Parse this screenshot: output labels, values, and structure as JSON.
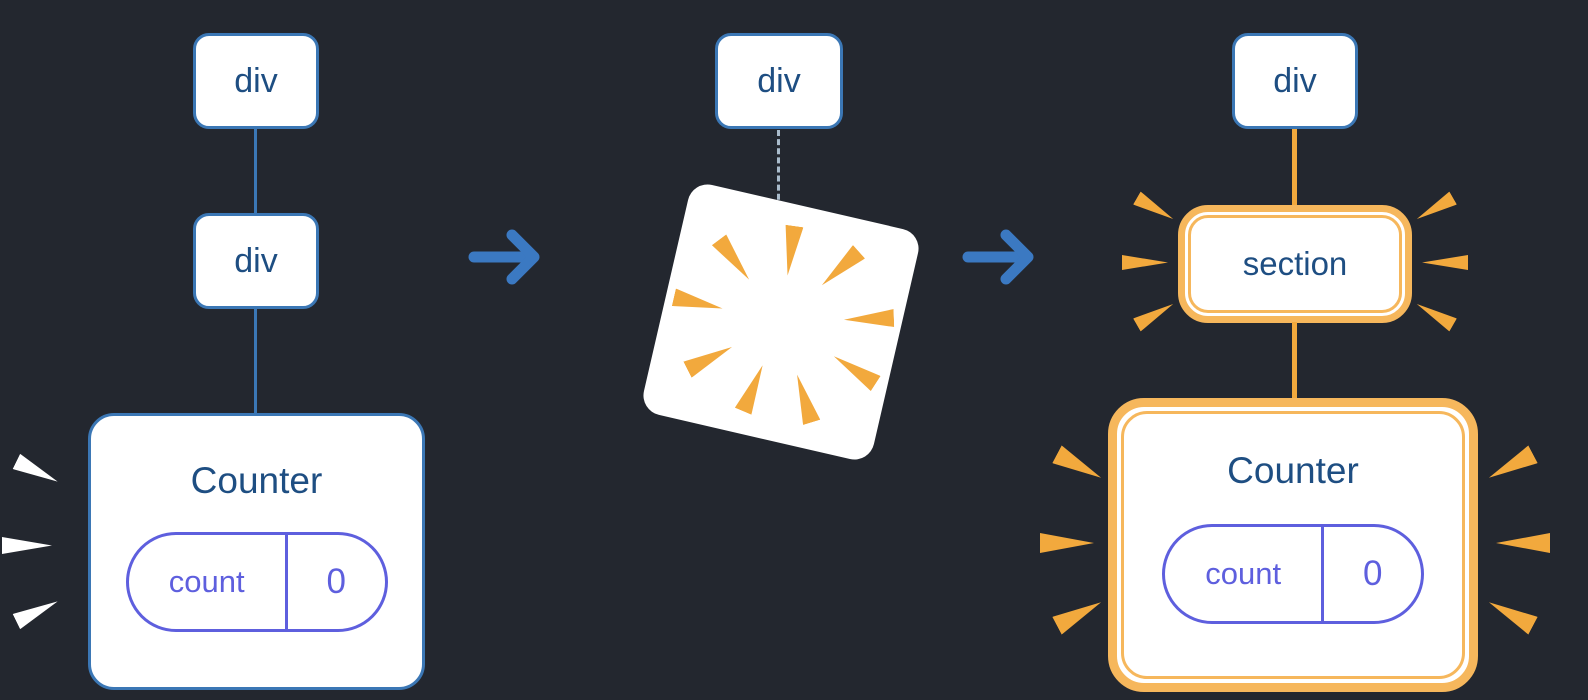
{
  "palette": {
    "background": "#23272F",
    "card_white": "#FFFFFF",
    "box_border_blue": "#3B77B5",
    "tag_text_navy": "#1E4E82",
    "arrow_blue": "#3B79C2",
    "state_purple": "#5E5FDE",
    "highlight_orange": "#F2A93D",
    "highlight_orange_light": "#F6B75C",
    "dashed_edge_gray": "#A9BBCB",
    "spark_white": "#FFFFFF"
  },
  "icons": {
    "arrow_right": "arrow-right",
    "burst_spark": "burst-spark",
    "poof_square": "destroyed-node-poof"
  },
  "before_tree": {
    "root": {
      "label": "div"
    },
    "child": {
      "label": "div"
    },
    "component": {
      "title": "Counter",
      "state": {
        "key": "count",
        "value": "0"
      }
    }
  },
  "transition": {
    "root": {
      "label": "div"
    }
  },
  "after_tree": {
    "root": {
      "label": "div"
    },
    "child": {
      "label": "section"
    },
    "component": {
      "title": "Counter",
      "state": {
        "key": "count",
        "value": "0"
      }
    }
  }
}
